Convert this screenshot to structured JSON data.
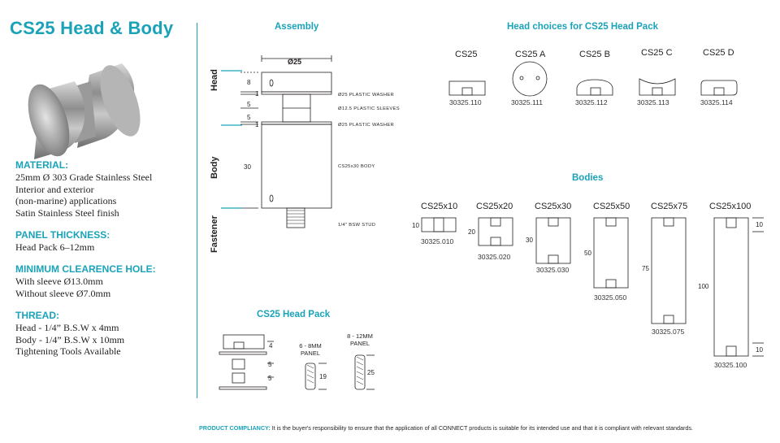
{
  "title": "CS25 Head & Body",
  "specs": [
    {
      "heading": "MATERIAL:",
      "lines": [
        "25mm Ø 303 Grade Stainless Steel",
        "Interior and exterior",
        "(non-marine) applications",
        "Satin Stainless Steel finish"
      ]
    },
    {
      "heading": "PANEL THICKNESS:",
      "lines": [
        "Head Pack 6–12mm"
      ]
    },
    {
      "heading": "MINIMUM CLEARENCE HOLE:",
      "lines": [
        "With sleeve Ø13.0mm",
        "Without sleeve Ø7.0mm"
      ]
    },
    {
      "heading": "THREAD:",
      "lines": [
        "Head - 1/4” B.S.W x 4mm",
        "Body - 1/4” B.S.W x 10mm",
        "Tightening Tools Available"
      ]
    }
  ],
  "assembly": {
    "title": "Assembly",
    "side_labels": [
      "Head",
      "Body",
      "Fastener"
    ],
    "diameter": "Ø25",
    "dims": [
      "8",
      "1",
      "5",
      "5",
      "1",
      "30"
    ],
    "part_labels": [
      "Ø25 PLASTIC WASHER",
      "Ø12.5 PLASTIC SLEEVES",
      "Ø25 PLASTIC WASHER",
      "CS25x30 BODY",
      "1/4\" BSW STUD"
    ]
  },
  "head_pack": {
    "title": "CS25 Head Pack",
    "dims": [
      "4",
      "5",
      "5",
      "19",
      "25"
    ],
    "panel_labels": [
      "6 - 8MM\nPANEL",
      "8 - 12MM\nPANEL"
    ]
  },
  "head_choices": {
    "title": "Head choices for CS25 Head Pack",
    "items": [
      {
        "name": "CS25",
        "code": "30325.110"
      },
      {
        "name": "CS25 A",
        "code": "30325.111"
      },
      {
        "name": "CS25 B",
        "code": "30325.112"
      },
      {
        "name": "CS25 C",
        "code": "30325.113"
      },
      {
        "name": "CS25 D",
        "code": "30325.114"
      }
    ]
  },
  "bodies": {
    "title": "Bodies",
    "items": [
      {
        "name": "CS25x10",
        "code": "30325.010",
        "length": "10"
      },
      {
        "name": "CS25x20",
        "code": "30325.020",
        "length": "20"
      },
      {
        "name": "CS25x30",
        "code": "30325.030",
        "length": "30"
      },
      {
        "name": "CS25x50",
        "code": "30325.050",
        "length": "50"
      },
      {
        "name": "CS25x75",
        "code": "30325.075",
        "length": "75"
      },
      {
        "name": "CS25x100",
        "code": "30325.100",
        "length": "100"
      }
    ],
    "thread_depth": [
      "10",
      "10"
    ]
  },
  "footer": {
    "label": "PRODUCT COMPLIANCY:",
    "text": "It is the buyer's responsibility to ensure that the application of all CONNECT products is suitable for its intended use and that it is compliant with relevant standards."
  }
}
